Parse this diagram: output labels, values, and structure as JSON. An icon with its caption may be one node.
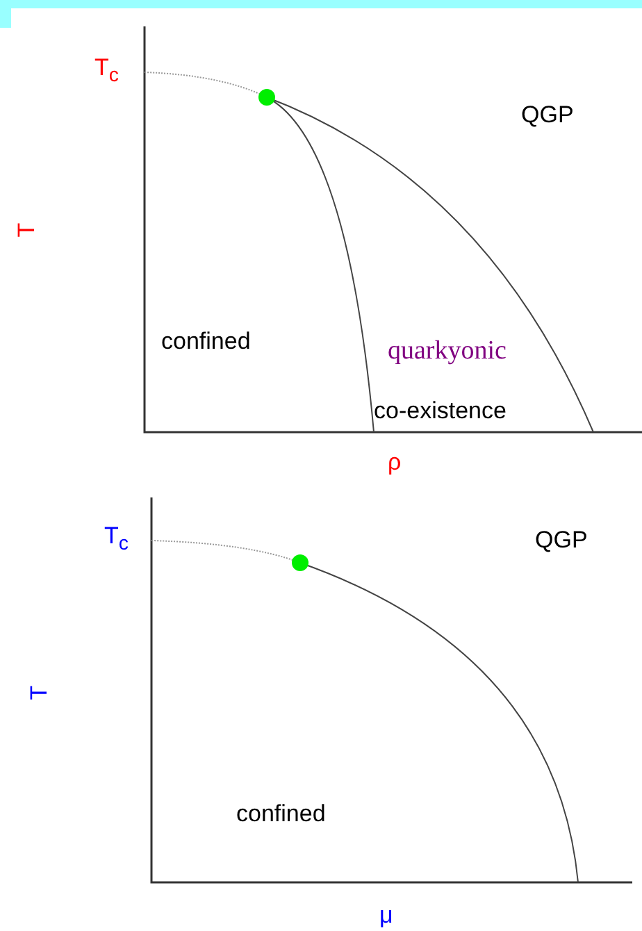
{
  "diagram": {
    "labels": [
      "T$_{c}$",
      "QGP",
      "T",
      "confined",
      "quarkyonic",
      "co-existence",
      "ρ",
      "T$_{c}$",
      "QGP",
      "T",
      "confined",
      "μ"
    ]
  }
}
